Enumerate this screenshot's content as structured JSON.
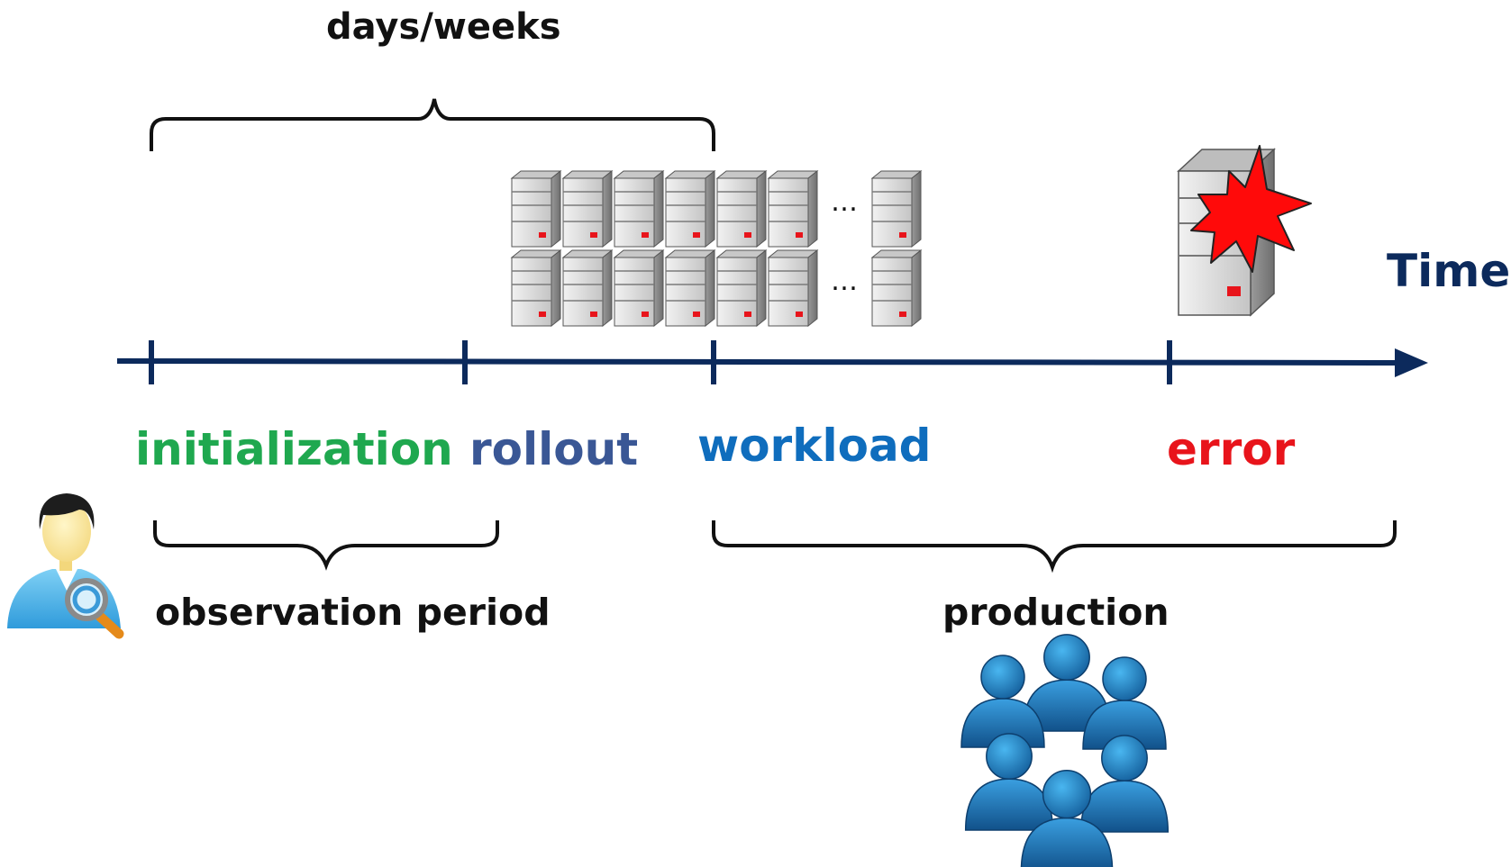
{
  "top_span": {
    "label": "days/weeks"
  },
  "axis": {
    "label": "Time",
    "color": "#0c2a5c"
  },
  "phases": [
    {
      "label": "initialization",
      "color": "#1fa84f"
    },
    {
      "label": "rollout",
      "color": "#3a5795"
    },
    {
      "label": "workload",
      "color": "#0f6dbd"
    },
    {
      "label": "error",
      "color": "#e8141b"
    }
  ],
  "spans": {
    "observation": {
      "label": "observation period"
    },
    "production": {
      "label": "production"
    }
  },
  "server_grid": {
    "ellipsis": "…"
  },
  "icons": {
    "observer": "user-with-magnifier-icon",
    "servers": "server-tower-icon",
    "failing_server": "server-explosion-icon",
    "users": "user-group-icon"
  }
}
